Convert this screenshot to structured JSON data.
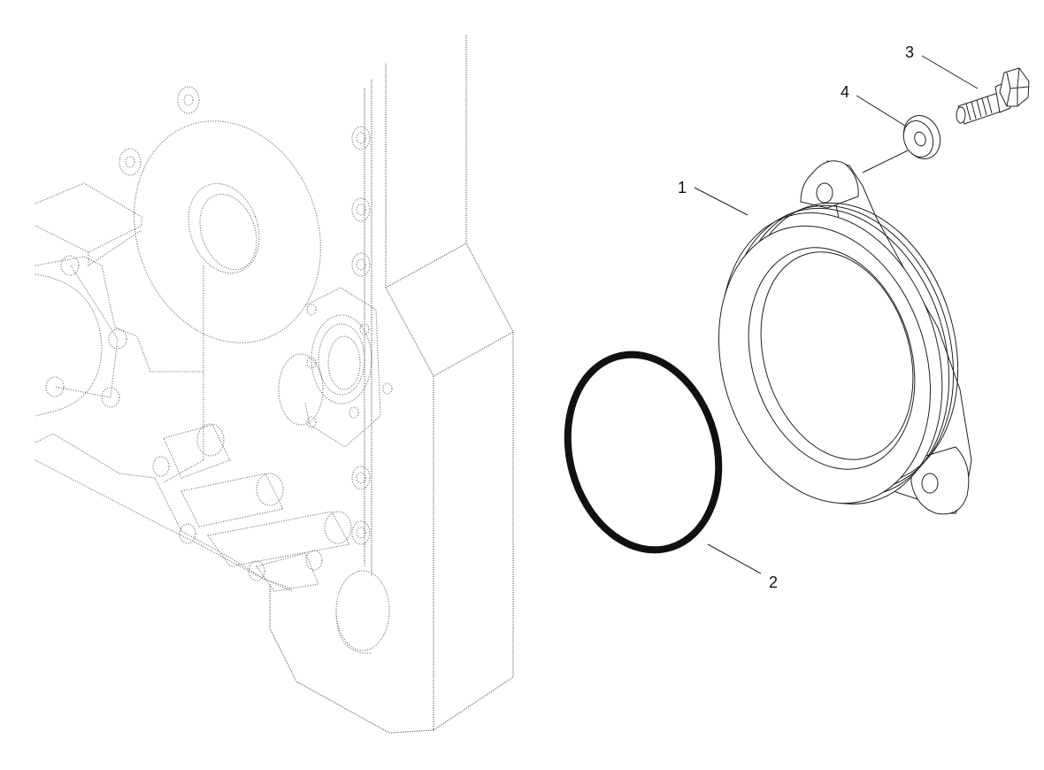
{
  "callouts": {
    "c1": "1",
    "c2": "2",
    "c3": "3",
    "c4": "4"
  },
  "parts": {
    "cover": "cover-icon",
    "oring": "o-ring-icon",
    "bolt": "bolt-icon",
    "washer": "washer-icon",
    "housing": "timing-housing-icon"
  },
  "colors": {
    "line": "#222222",
    "ghost": "#777777",
    "oring": "#111111"
  }
}
